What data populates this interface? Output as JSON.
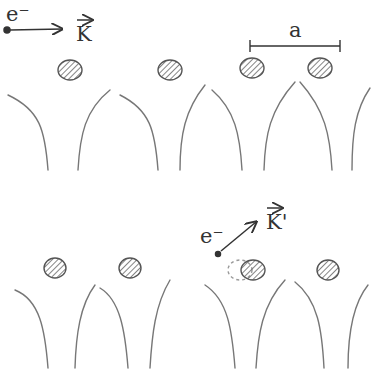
{
  "diagram": {
    "labels": [
      "e⁻",
      "K",
      "a",
      "e⁻",
      "K'"
    ]
  }
}
